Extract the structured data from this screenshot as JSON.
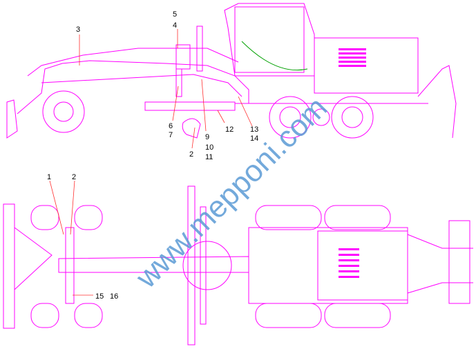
{
  "diagram": {
    "callouts_side_view": [
      "5",
      "4",
      "3",
      "6",
      "7",
      "2",
      "9",
      "10",
      "11",
      "12",
      "13",
      "14"
    ],
    "callouts_top_view": [
      "1",
      "2",
      "15",
      "16"
    ],
    "watermark": "www.mepponi.com",
    "colors": {
      "line": "#ff00ff",
      "leader": "#ff3030",
      "watermark": "#5b9bd5",
      "seat": "#00a000"
    }
  }
}
